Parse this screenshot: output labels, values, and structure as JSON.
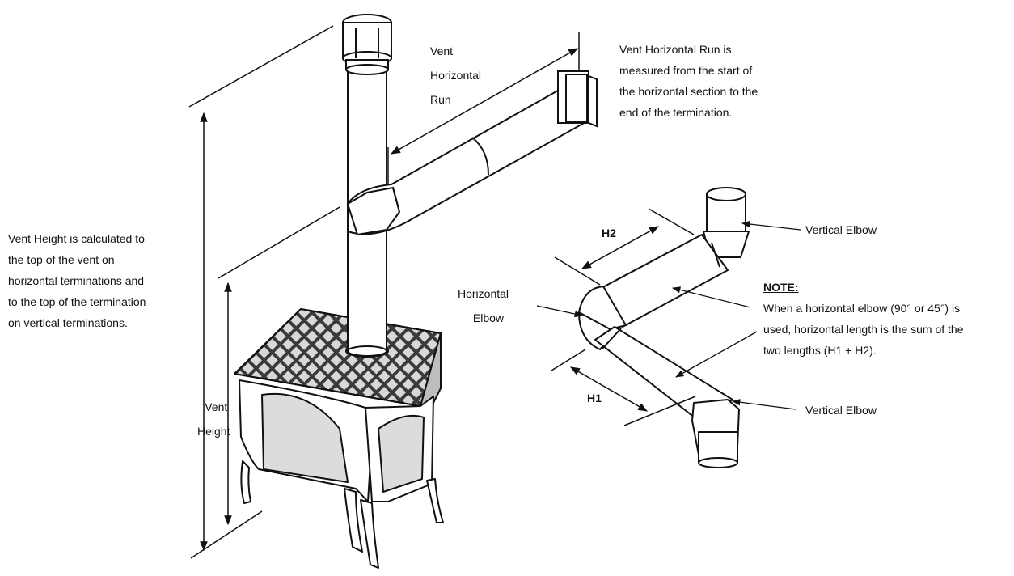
{
  "vent_height_note": [
    "Vent Height is calculated to",
    "the top of the vent on",
    "horizontal terminations and",
    "to the top of the termination",
    "on vertical terminations."
  ],
  "vent_height_label": [
    "Vent",
    "Height"
  ],
  "vent_horizontal_run_label": [
    "Vent",
    "Horizontal",
    "Run"
  ],
  "vent_horizontal_run_note": [
    "Vent Horizontal Run is",
    "measured from the start of",
    "the horizontal section to the",
    "end of the termination."
  ],
  "horizontal_elbow_label": [
    "Horizontal",
    "Elbow"
  ],
  "h1_label": "H1",
  "h2_label": "H2",
  "vertical_elbow_top_label": "Vertical Elbow",
  "vertical_elbow_bottom_label": "Vertical Elbow",
  "note": {
    "heading": "NOTE:",
    "lines": [
      "When a horizontal elbow (90° or 45°) is",
      "used, horizontal length is the sum of the",
      "two lengths (H1 + H2)."
    ]
  }
}
